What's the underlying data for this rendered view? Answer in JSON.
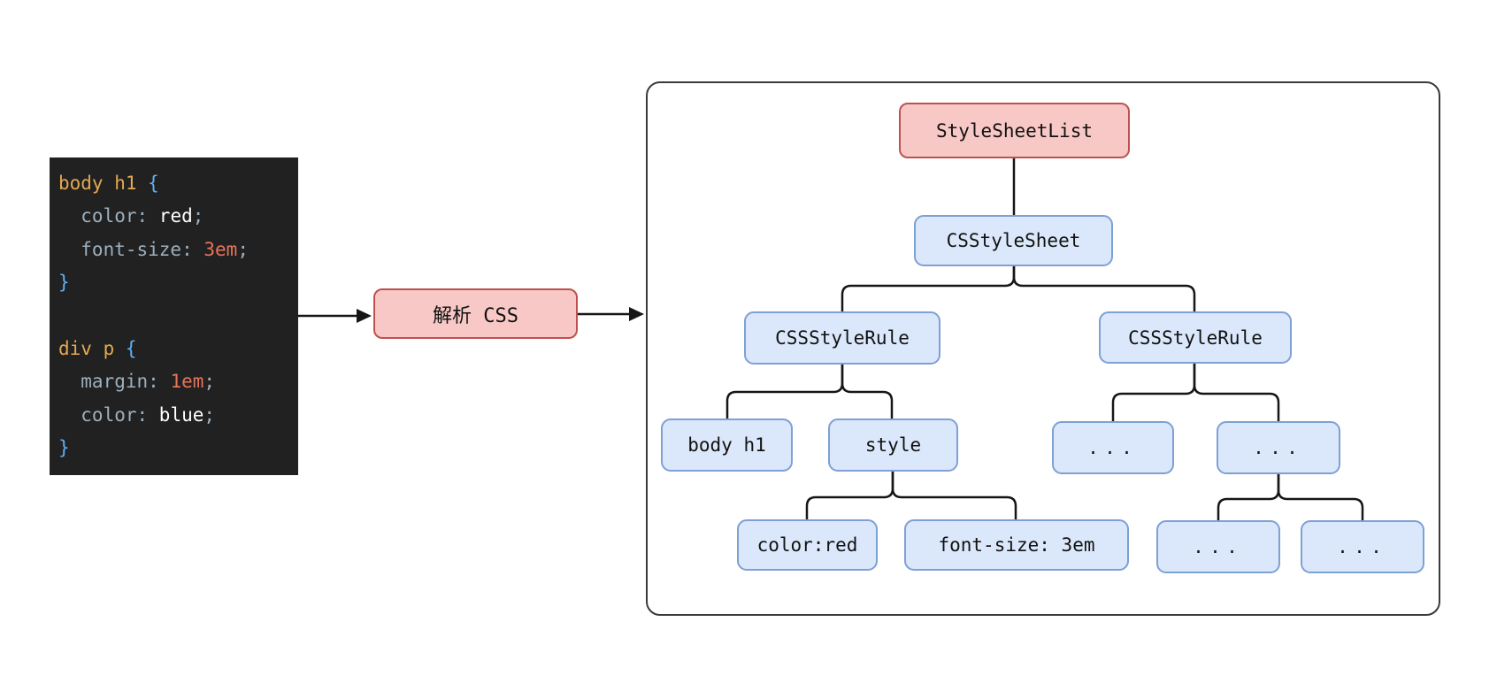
{
  "code_block": {
    "colors": {
      "selector": "#e2a94f",
      "brace": "#5faff2",
      "property": "#9dafbd",
      "value": "#ffffff",
      "number": "#e8735c",
      "plain": "#cccccc"
    },
    "lines": [
      [
        {
          "text": "body h1 ",
          "type": "selector"
        },
        {
          "text": "{",
          "type": "brace"
        }
      ],
      [
        {
          "text": "  color: ",
          "type": "property"
        },
        {
          "text": "red",
          "type": "value"
        },
        {
          "text": ";",
          "type": "property"
        }
      ],
      [
        {
          "text": "  font-size: ",
          "type": "property"
        },
        {
          "text": "3em",
          "type": "number"
        },
        {
          "text": ";",
          "type": "property"
        }
      ],
      [
        {
          "text": "}",
          "type": "brace"
        }
      ],
      [
        {
          "text": " ",
          "type": "plain"
        }
      ],
      [
        {
          "text": "div p ",
          "type": "selector"
        },
        {
          "text": "{",
          "type": "brace"
        }
      ],
      [
        {
          "text": "  margin: ",
          "type": "property"
        },
        {
          "text": "1em",
          "type": "number"
        },
        {
          "text": ";",
          "type": "property"
        }
      ],
      [
        {
          "text": "  color: ",
          "type": "property"
        },
        {
          "text": "blue",
          "type": "value"
        },
        {
          "text": ";",
          "type": "property"
        }
      ],
      [
        {
          "text": "}",
          "type": "brace"
        }
      ]
    ]
  },
  "parser": {
    "label": "解析 CSS"
  },
  "tree": {
    "stylesheet_list": "StyleSheetList",
    "css_stylesheet": "CSStyleSheet",
    "rule_left": "CSSStyleRule",
    "rule_right": "CSSStyleRule",
    "selector_node": "body h1",
    "style_node": "style",
    "decl_color": "color:red",
    "decl_fontsize": "font-size: 3em",
    "ellipsis_1": "...",
    "ellipsis_2": "...",
    "ellipsis_3": "...",
    "ellipsis_4": "..."
  }
}
